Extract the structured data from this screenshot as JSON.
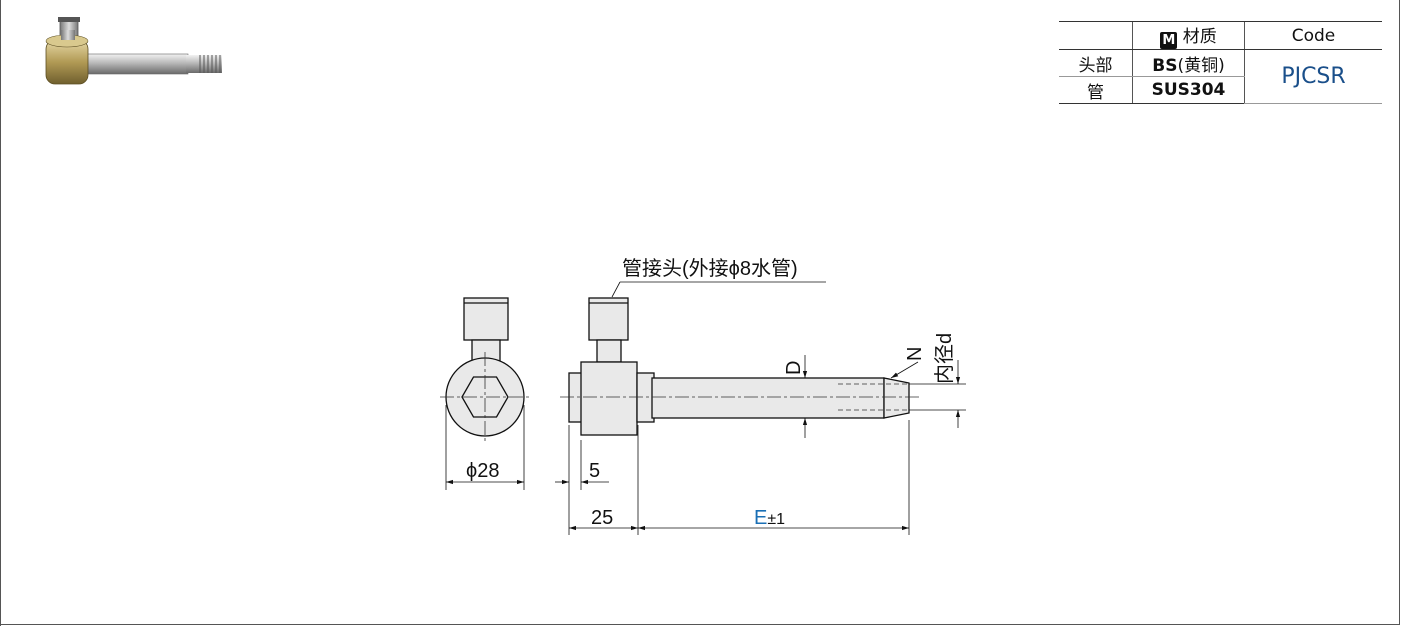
{
  "table": {
    "header_mark": "M",
    "header_material": "材质",
    "header_code": "Code",
    "rows": [
      {
        "part": "头部",
        "material_bold": "BS",
        "material_note": "(黄铜)"
      },
      {
        "part": "管",
        "material_bold": "SUS304",
        "material_note": ""
      }
    ],
    "code_value": "PJCSR"
  },
  "drawing": {
    "callout": "管接头(外接ϕ8水管)",
    "dim_diameter": "ϕ28",
    "dim_5": "5",
    "dim_25": "25",
    "dim_E": "E",
    "dim_E_tol": "±1",
    "label_D": "D",
    "label_N": "N",
    "label_inner": "内径d"
  },
  "colors": {
    "code_blue": "#1a4f8a",
    "dim_E_blue": "#1a6fb5",
    "line": "#111111",
    "part_fill": "#e9e9e9"
  }
}
